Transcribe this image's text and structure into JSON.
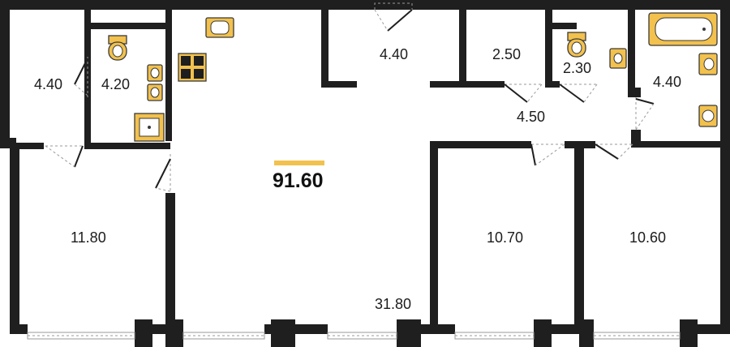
{
  "plan": {
    "total_area": "91.60",
    "accent_color": "#f2c14e",
    "wall_color": "#1f1f1f",
    "rooms": [
      {
        "id": "closet-left",
        "area": "4.40"
      },
      {
        "id": "bathroom-left",
        "area": "4.20"
      },
      {
        "id": "storage-top",
        "area": "4.40"
      },
      {
        "id": "storage-small",
        "area": "2.50"
      },
      {
        "id": "toilet",
        "area": "2.30"
      },
      {
        "id": "bathroom-right",
        "area": "4.40"
      },
      {
        "id": "hallway",
        "area": "4.50"
      },
      {
        "id": "bedroom-left",
        "area": "11.80"
      },
      {
        "id": "living-kitchen",
        "area": "31.80"
      },
      {
        "id": "bedroom-middle",
        "area": "10.70"
      },
      {
        "id": "bedroom-right",
        "area": "10.60"
      }
    ],
    "fixtures": [
      "kitchen-sink-icon",
      "stove-icon",
      "toilet-icon",
      "sink-icon",
      "shower-tray-icon",
      "bathtub-icon",
      "washing-machine-icon"
    ]
  }
}
